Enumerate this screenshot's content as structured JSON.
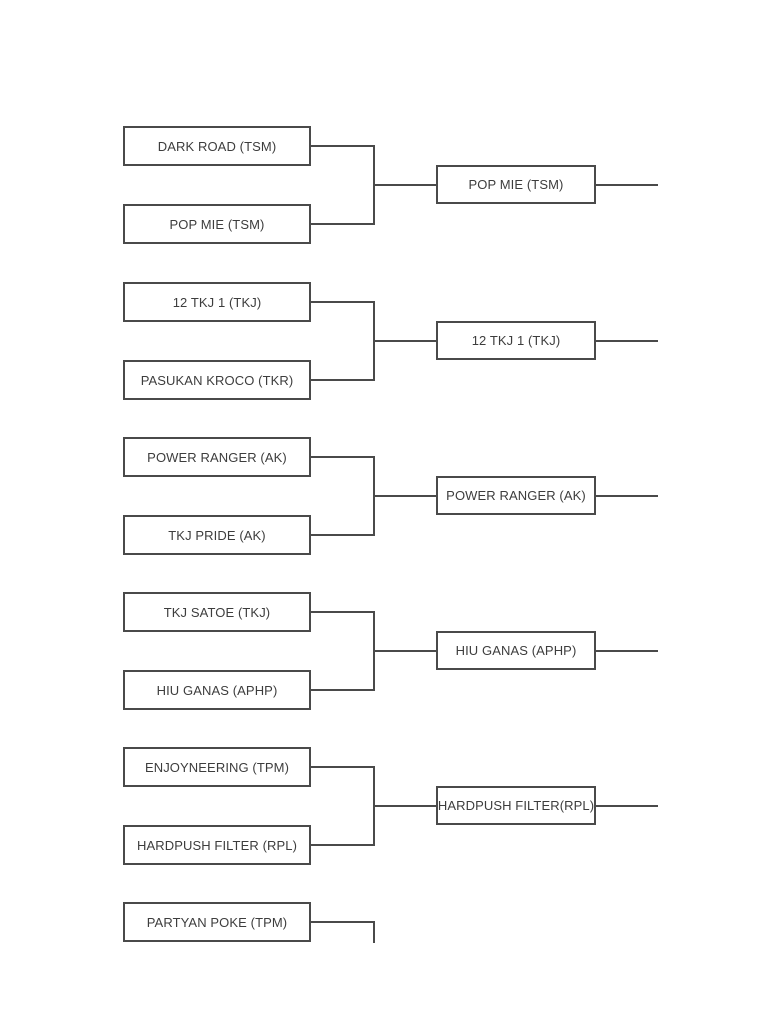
{
  "page": {
    "background_color": "#ffffff",
    "line_color": "#4a4a4a",
    "text_color": "#3d3d3d"
  },
  "bracket": {
    "type": "single-elimination-tournament-bracket",
    "matches": [
      {
        "team1": "DARK ROAD (TSM)",
        "team2": "POP MIE (TSM)",
        "winner": "POP MIE (TSM)"
      },
      {
        "team1": "12 TKJ 1 (TKJ)",
        "team2": "PASUKAN KROCO (TKR)",
        "winner": "12 TKJ 1 (TKJ)"
      },
      {
        "team1": "POWER RANGER (AK)",
        "team2": "TKJ PRIDE (AK)",
        "winner": "POWER RANGER (AK)"
      },
      {
        "team1": "TKJ SATOE (TKJ)",
        "team2": "HIU GANAS (APHP)",
        "winner": "HIU GANAS (APHP)"
      },
      {
        "team1": "ENJOYNEERING (TPM)",
        "team2": "HARDPUSH FILTER (RPL)",
        "winner": "HARDPUSH FILTER(RPL)"
      },
      {
        "team1": "PARTYAN POKE (TPM)"
      }
    ]
  }
}
